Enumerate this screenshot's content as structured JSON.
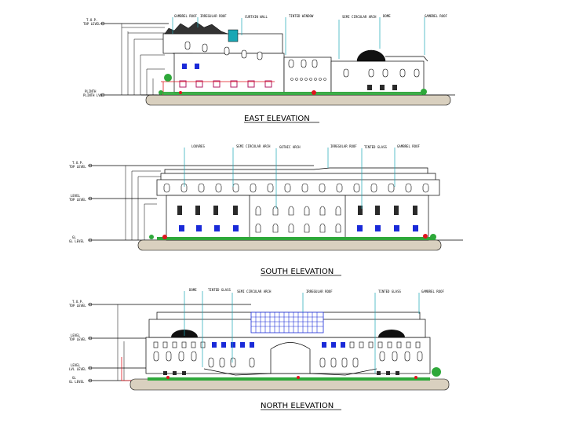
{
  "colors": {
    "leader": "#1aa7b5",
    "glass": "#1a2ad8",
    "window_dark": "#2a2a2a",
    "window_frame": "#b01860",
    "services": "#e0141e",
    "ground": "#d9d0bf",
    "shrub": "#2ea83a"
  },
  "east": {
    "title": "EAST ELEVATION",
    "labels": [
      "GAMBREL ROOF",
      "IRREGULAR ROOF",
      "CURTAIN WALL",
      "TINTED WINDOW",
      "SEMI CIRCULAR ARCH",
      "DOME",
      "GAMBREL ROOF"
    ],
    "levels": [
      {
        "name": "T.O.P.",
        "value": "TOP LEVEL"
      },
      {
        "name": "PLINTH",
        "value": "PLINTH LVL"
      }
    ]
  },
  "south": {
    "title": "SOUTH ELEVATION",
    "labels": [
      "LOUVRES",
      "SEMI CIRCULAR ARCH",
      "GOTHIC ARCH",
      "IRREGULAR ROOF",
      "TINTED GLASS",
      "GAMBREL ROOF"
    ],
    "levels": [
      {
        "name": "T.O.P.",
        "value": "TOP LEVEL"
      },
      {
        "name": "LEVEL",
        "value": "TOP LEVEL"
      },
      {
        "name": "GL",
        "value": "GL LEVEL"
      }
    ]
  },
  "north": {
    "title": "NORTH ELEVATION",
    "labels": [
      "DOME",
      "TINTED GLASS",
      "SEMI CIRCULAR ARCH",
      "IRREGULAR ROOF",
      "TINTED GLASS",
      "GAMBREL ROOF"
    ],
    "levels": [
      {
        "name": "T.O.P.",
        "value": "TOP LEVEL"
      },
      {
        "name": "LEVEL",
        "value": "TOP LEVEL"
      },
      {
        "name": "LEVEL",
        "value": "LVL LEVEL"
      },
      {
        "name": "GL",
        "value": "GL LEVEL"
      }
    ]
  }
}
